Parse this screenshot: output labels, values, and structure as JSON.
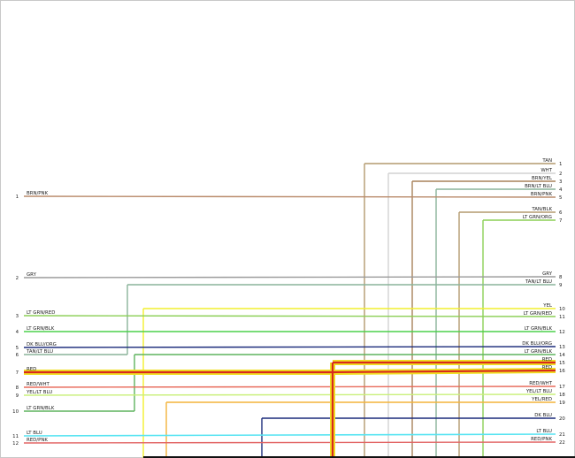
{
  "colors": {
    "BRN": "#a9825a",
    "TAN": "#b39a6e",
    "WHT": "#d2d2d2",
    "GRY": "#9a9a9a",
    "LTGRN": "#4bd04b",
    "GRNBLK": "#5fb35f",
    "GRNORG": "#8bcf55",
    "DKBLU": "#1a2a7a",
    "LTBLU": "#58e4f2",
    "TANLTBLU": "#8ab39a",
    "YEL": "#f2ef2e",
    "YELRED": "#f3b43a",
    "YELLTBLU": "#c9f07a",
    "RED": "#d82a1d",
    "REDHI": "#f0df22",
    "REDWHT": "#e86a5a",
    "REDPNK": "#e26464",
    "BRNPNK": "#b98a6a",
    "BLK": "#111111"
  },
  "left_pins": [
    {
      "num": "1",
      "label": "BRN/PNK"
    },
    {
      "num": "2",
      "label": "GRY"
    },
    {
      "num": "3",
      "label": "LT GRN/RED"
    },
    {
      "num": "4",
      "label": "LT GRN/BLK"
    },
    {
      "num": "5",
      "label": "DK BLU/ORG"
    },
    {
      "num": "6",
      "label": "TAN/LT BLU"
    },
    {
      "num": "7",
      "label": "RED"
    },
    {
      "num": "8",
      "label": "RED/WHT"
    },
    {
      "num": "9",
      "label": "YEL/LT BLU"
    },
    {
      "num": "10",
      "label": "LT GRN/BLK"
    },
    {
      "num": "11",
      "label": "LT BLU"
    },
    {
      "num": "12",
      "label": "RED/PNK"
    }
  ],
  "right_pins": [
    {
      "num": "1",
      "label": "TAN"
    },
    {
      "num": "2",
      "label": "WHT"
    },
    {
      "num": "3",
      "label": "BRN/YEL"
    },
    {
      "num": "4",
      "label": "BRN/LT BLU"
    },
    {
      "num": "5",
      "label": "BRN/PNK"
    },
    {
      "num": "6",
      "label": "TAN/BLK"
    },
    {
      "num": "7",
      "label": "LT GRN/ORG"
    },
    {
      "num": "8",
      "label": "GRY"
    },
    {
      "num": "9",
      "label": "TAN/LT BLU"
    },
    {
      "num": "10",
      "label": "YEL"
    },
    {
      "num": "11",
      "label": "LT GRN/RED"
    },
    {
      "num": "12",
      "label": "LT GRN/BLK"
    },
    {
      "num": "13",
      "label": "DK BLU/ORG"
    },
    {
      "num": "14",
      "label": "LT GRN/BLK"
    },
    {
      "num": "15",
      "label": "RED"
    },
    {
      "num": "16",
      "label": "RED"
    },
    {
      "num": "17",
      "label": "RED/WHT"
    },
    {
      "num": "18",
      "label": "YEL/LT BLU"
    },
    {
      "num": "19",
      "label": "YEL/RED"
    },
    {
      "num": "20",
      "label": "DK BLU"
    },
    {
      "num": "21",
      "label": "LT BLU"
    },
    {
      "num": "22",
      "label": "RED/PNK"
    }
  ]
}
